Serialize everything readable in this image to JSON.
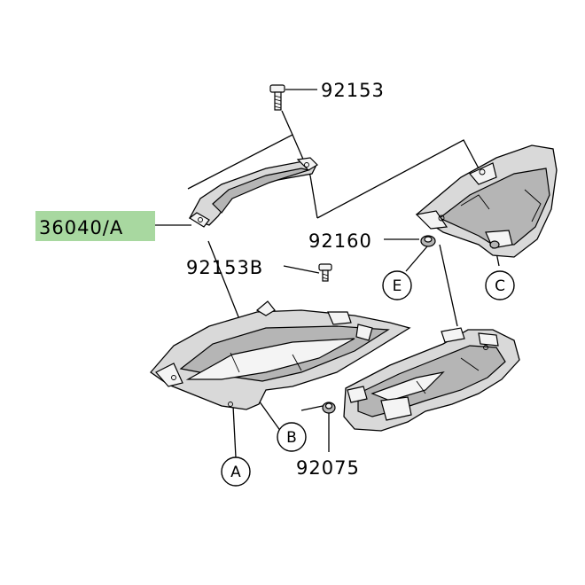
{
  "part_numbers": {
    "bolt_top": "92153",
    "highlighted_part": "36040/A",
    "nut_mid": "92160",
    "bolt_b": "92153B",
    "nut_bottom": "92075"
  },
  "callouts": {
    "a": "A",
    "b": "B",
    "c": "C",
    "e": "E"
  },
  "colors": {
    "highlight": "#a8d8a0",
    "part_fill": "#d9d9d9",
    "line": "#000000"
  }
}
